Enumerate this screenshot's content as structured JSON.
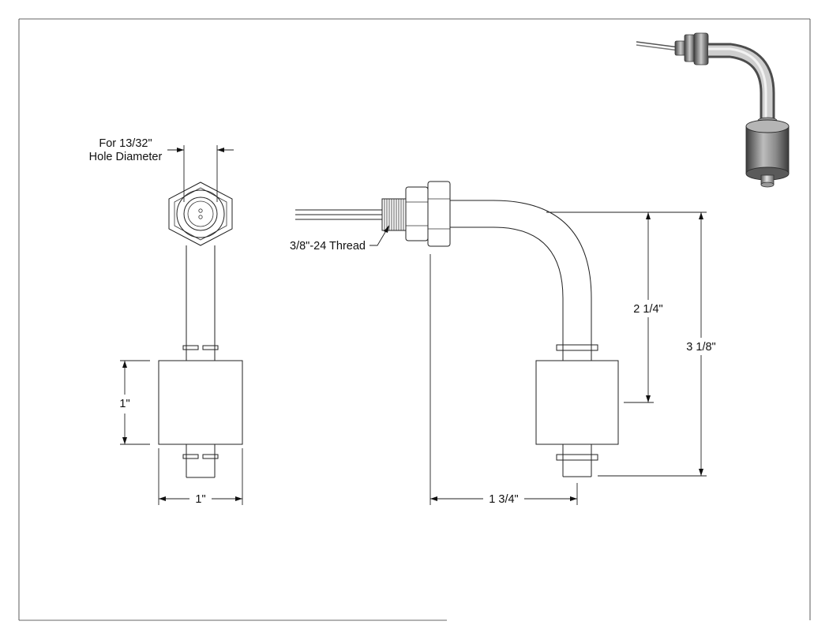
{
  "labels": {
    "hole_line1": "For 13/32\"",
    "hole_line2": "Hole Diameter",
    "thread": "3/8\"-24 Thread",
    "float_height": "1\"",
    "float_width": "1\"",
    "dim_vertical_short": "2 1/4\"",
    "dim_vertical_long": "3 1/8\"",
    "dim_horizontal": "1 3/4\""
  },
  "colors": {
    "line": "#222222",
    "background": "#ffffff",
    "iso_dark": "#4a4a4a",
    "iso_mid": "#9a9a9a",
    "iso_light": "#d8d8d8"
  }
}
